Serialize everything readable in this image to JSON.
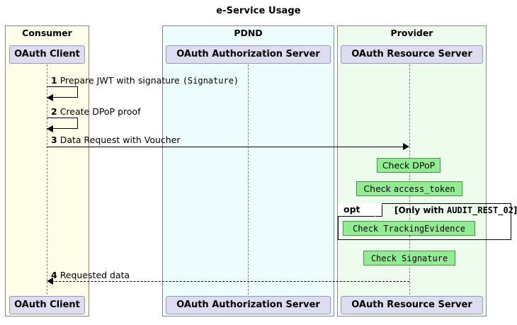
{
  "diagram": {
    "title": "e-Service Usage",
    "type": "uml-sequence-diagram"
  },
  "colors": {
    "consumer_group_bg": "#FEFEE8",
    "pdnd_group_bg": "#EDFDFD",
    "provider_group_bg": "#EEFCEE",
    "participant_bg": "#DEDCF0",
    "note_bg": "#90EE90",
    "line": "#000000",
    "lifeline": "#808080",
    "group_border": "#888888"
  },
  "groups": [
    {
      "name": "consumer",
      "label": "Consumer"
    },
    {
      "name": "pdnd",
      "label": "PDND"
    },
    {
      "name": "provider",
      "label": "Provider"
    }
  ],
  "participants": [
    {
      "name": "oauth-client",
      "label": "OAuth Client",
      "group": "consumer"
    },
    {
      "name": "oauth-authorization-server",
      "label": "OAuth Authorization Server",
      "group": "pdnd"
    },
    {
      "name": "oauth-resource-server",
      "label": "OAuth Resource Server",
      "group": "provider"
    }
  ],
  "messages": [
    {
      "number": "1",
      "text_plain": "Prepare JWT with signature ",
      "text_mono": "(Signature)",
      "from": "oauth-client",
      "to": "oauth-client",
      "kind": "self",
      "style": "solid"
    },
    {
      "number": "2",
      "text_plain": "Create DPoP proof",
      "text_mono": "",
      "from": "oauth-client",
      "to": "oauth-client",
      "kind": "self",
      "style": "solid"
    },
    {
      "number": "3",
      "text_plain": "Data Request with Voucher",
      "text_mono": "",
      "from": "oauth-client",
      "to": "oauth-resource-server",
      "kind": "call",
      "style": "solid"
    },
    {
      "number": "4",
      "text_plain": "Requested data",
      "text_mono": "",
      "from": "oauth-resource-server",
      "to": "oauth-client",
      "kind": "return",
      "style": "dotted"
    }
  ],
  "notes": [
    {
      "name": "note-check-dpop",
      "text_plain": "Check DPoP",
      "text_mono": ""
    },
    {
      "name": "note-check-access-token",
      "text_plain": "Check ",
      "text_mono": "access_token"
    },
    {
      "name": "note-check-tracking-evidence",
      "text_plain": "",
      "text_mono": "Check TrackingEvidence"
    },
    {
      "name": "note-check-signature",
      "text_plain": "",
      "text_mono": "Check Signature"
    }
  ],
  "fragment": {
    "name": "opt-fragment",
    "operator": "opt",
    "condition_prefix": "[Only with ",
    "condition_mono": "AUDIT_REST_02",
    "condition_suffix": "]"
  }
}
